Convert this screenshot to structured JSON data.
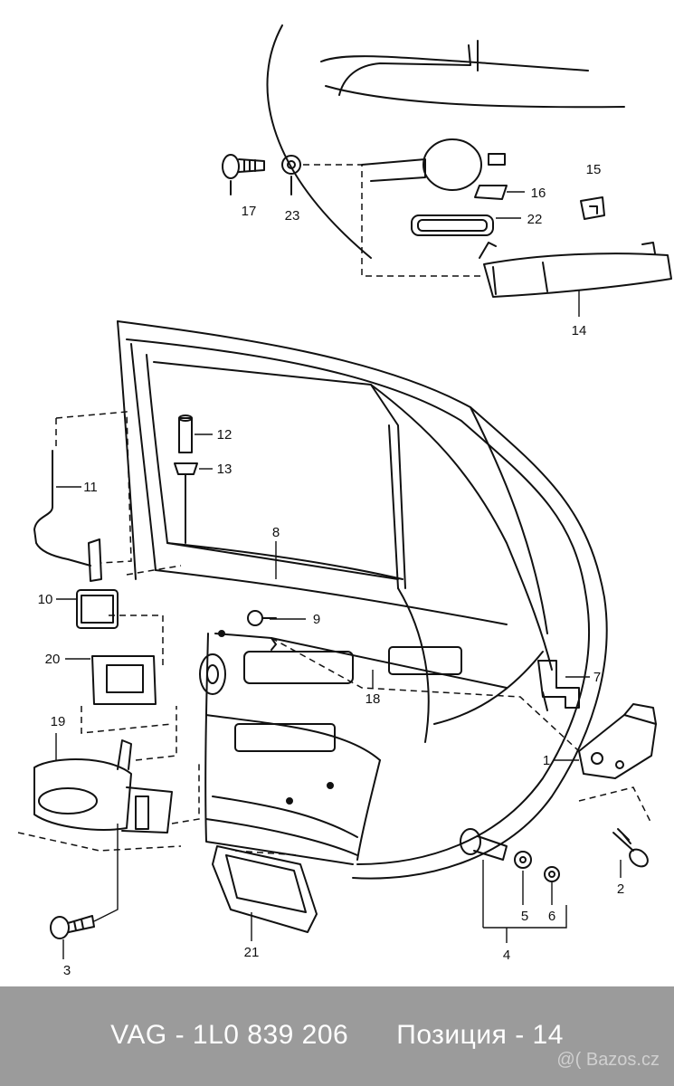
{
  "diagram": {
    "callouts": [
      "17",
      "23",
      "16",
      "15",
      "22",
      "14",
      "12",
      "13",
      "11",
      "8",
      "10",
      "9",
      "20",
      "7",
      "18",
      "19",
      "1",
      "2",
      "5",
      "6",
      "21",
      "4",
      "3"
    ]
  },
  "footer": {
    "part_label": "VAG - 1L0 839 206",
    "position_label": "Позиция - 14",
    "watermark": "@( Bazos.cz"
  },
  "colors": {
    "line": "#111111",
    "footer_bg": "#9b9b9b",
    "footer_text": "#ffffff"
  }
}
